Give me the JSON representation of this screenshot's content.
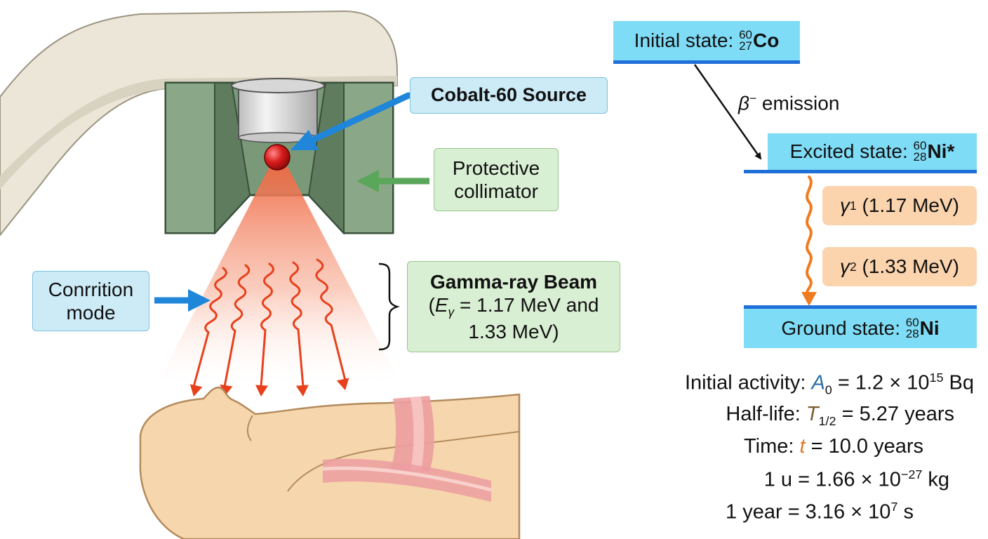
{
  "labels": {
    "source": "Cobalt-60 Source",
    "collimator_line1": "Protective",
    "collimator_line2": "collimator",
    "mode_line1": "Conrrition",
    "mode_line2": "mode",
    "beam_title": "Gamma-ray Beam",
    "beam_line2_pre": "(",
    "beam_line2_sym": "E",
    "beam_line2_sub": "γ",
    "beam_line2_post": " = 1.17 MeV and",
    "beam_line3": "1.33 MeV)"
  },
  "decay_scheme": {
    "initial": {
      "text": "Initial state: ",
      "mass": "60",
      "atomic": "27",
      "element": "Co"
    },
    "beta_symbol": "β",
    "beta_sup": "−",
    "beta_text": " emission",
    "excited": {
      "text": "Excited state: ",
      "mass": "60",
      "atomic": "28",
      "element": "Ni*"
    },
    "gamma1": {
      "symbol": "γ",
      "sub": "1",
      "energy": " (1.17 MeV)"
    },
    "gamma2": {
      "symbol": "γ",
      "sub": "2",
      "energy": " (1.33 MeV)"
    },
    "ground": {
      "text": "Ground state: ",
      "mass": "60",
      "atomic": "28",
      "element": "Ni"
    }
  },
  "facts": {
    "activity": {
      "label": "Initial activity: ",
      "sym": "A",
      "sub": "0",
      "rest": " = 1.2 × 10",
      "exp": "15",
      "unit": " Bq"
    },
    "halflife": {
      "label": "Half-life: ",
      "sym": "T",
      "sub": "1/2",
      "rest": " = 5.27 years"
    },
    "time": {
      "label": "Time: ",
      "sym": "t",
      "rest": " = 10.0 years"
    },
    "mass_unit": {
      "text": "1 u = 1.66 × 10",
      "exp": "−27",
      "unit": " kg"
    },
    "year": {
      "text": "1 year = 3.16 × 10",
      "exp": "7",
      "unit": " s"
    }
  },
  "colors": {
    "blue_arrow": "#1f86d9",
    "green_arrow": "#5aa65a",
    "level_line": "#1f6fd8",
    "level_fill": "#7fdcf6",
    "gamma_arrow": "#f07a1e",
    "beam_wave": "#e8401c",
    "collimator": "#7a9978",
    "skin": "#f6d6ad",
    "activity_symbol": "#2b6ea8",
    "halflife_symbol": "#7a5a32",
    "time_symbol": "#e07a22"
  }
}
